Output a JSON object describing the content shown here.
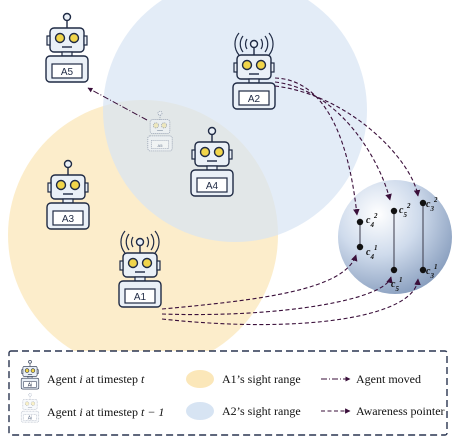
{
  "agents": [
    {
      "id": "A1",
      "label": "A1",
      "has_antenna_signal": true
    },
    {
      "id": "A2",
      "label": "A2",
      "has_antenna_signal": true
    },
    {
      "id": "A3",
      "label": "A3",
      "has_antenna_signal": false
    },
    {
      "id": "A4",
      "label": "A4",
      "has_antenna_signal": false
    },
    {
      "id": "A5",
      "label": "A5",
      "has_antenna_signal": false
    },
    {
      "id": "A5-prev",
      "label": "A5",
      "previous_timestep": true
    }
  ],
  "memory_nodes": [
    {
      "id": "c4_2",
      "base": "c",
      "sub": "4",
      "sup": "2"
    },
    {
      "id": "c4_1",
      "base": "c",
      "sub": "4",
      "sup": "1"
    },
    {
      "id": "c5_2",
      "base": "c",
      "sub": "5",
      "sup": "2"
    },
    {
      "id": "c5_1",
      "base": "c",
      "sub": "5",
      "sup": "1"
    },
    {
      "id": "c3_2",
      "base": "c",
      "sub": "3",
      "sup": "2"
    },
    {
      "id": "c3_1",
      "base": "c",
      "sub": "3",
      "sup": "1"
    }
  ],
  "legend": {
    "agent_now_icon_label": "Ai",
    "agent_prev_icon_label": "Ai",
    "agent_now_text": [
      "Agent ",
      "i",
      " at timestep ",
      "t"
    ],
    "agent_prev_text": [
      "Agent ",
      "i",
      " at timestep ",
      "t − 1"
    ],
    "a1_range_text": "A1’s sight range",
    "a2_range_text": "A2’s sight range",
    "moved_text": "Agent moved",
    "pointer_text": "Awareness pointer"
  },
  "colors": {
    "a1_range": "#fbe7b9",
    "a2_range": "#d7e4f3",
    "robot_body": "#eaf0f7",
    "robot_stroke": "#1f2a44",
    "eye": "#f1d54a",
    "arrow": "#3a0f3a",
    "sphere": "#aebfd8",
    "legend_border": "#2a3550"
  }
}
